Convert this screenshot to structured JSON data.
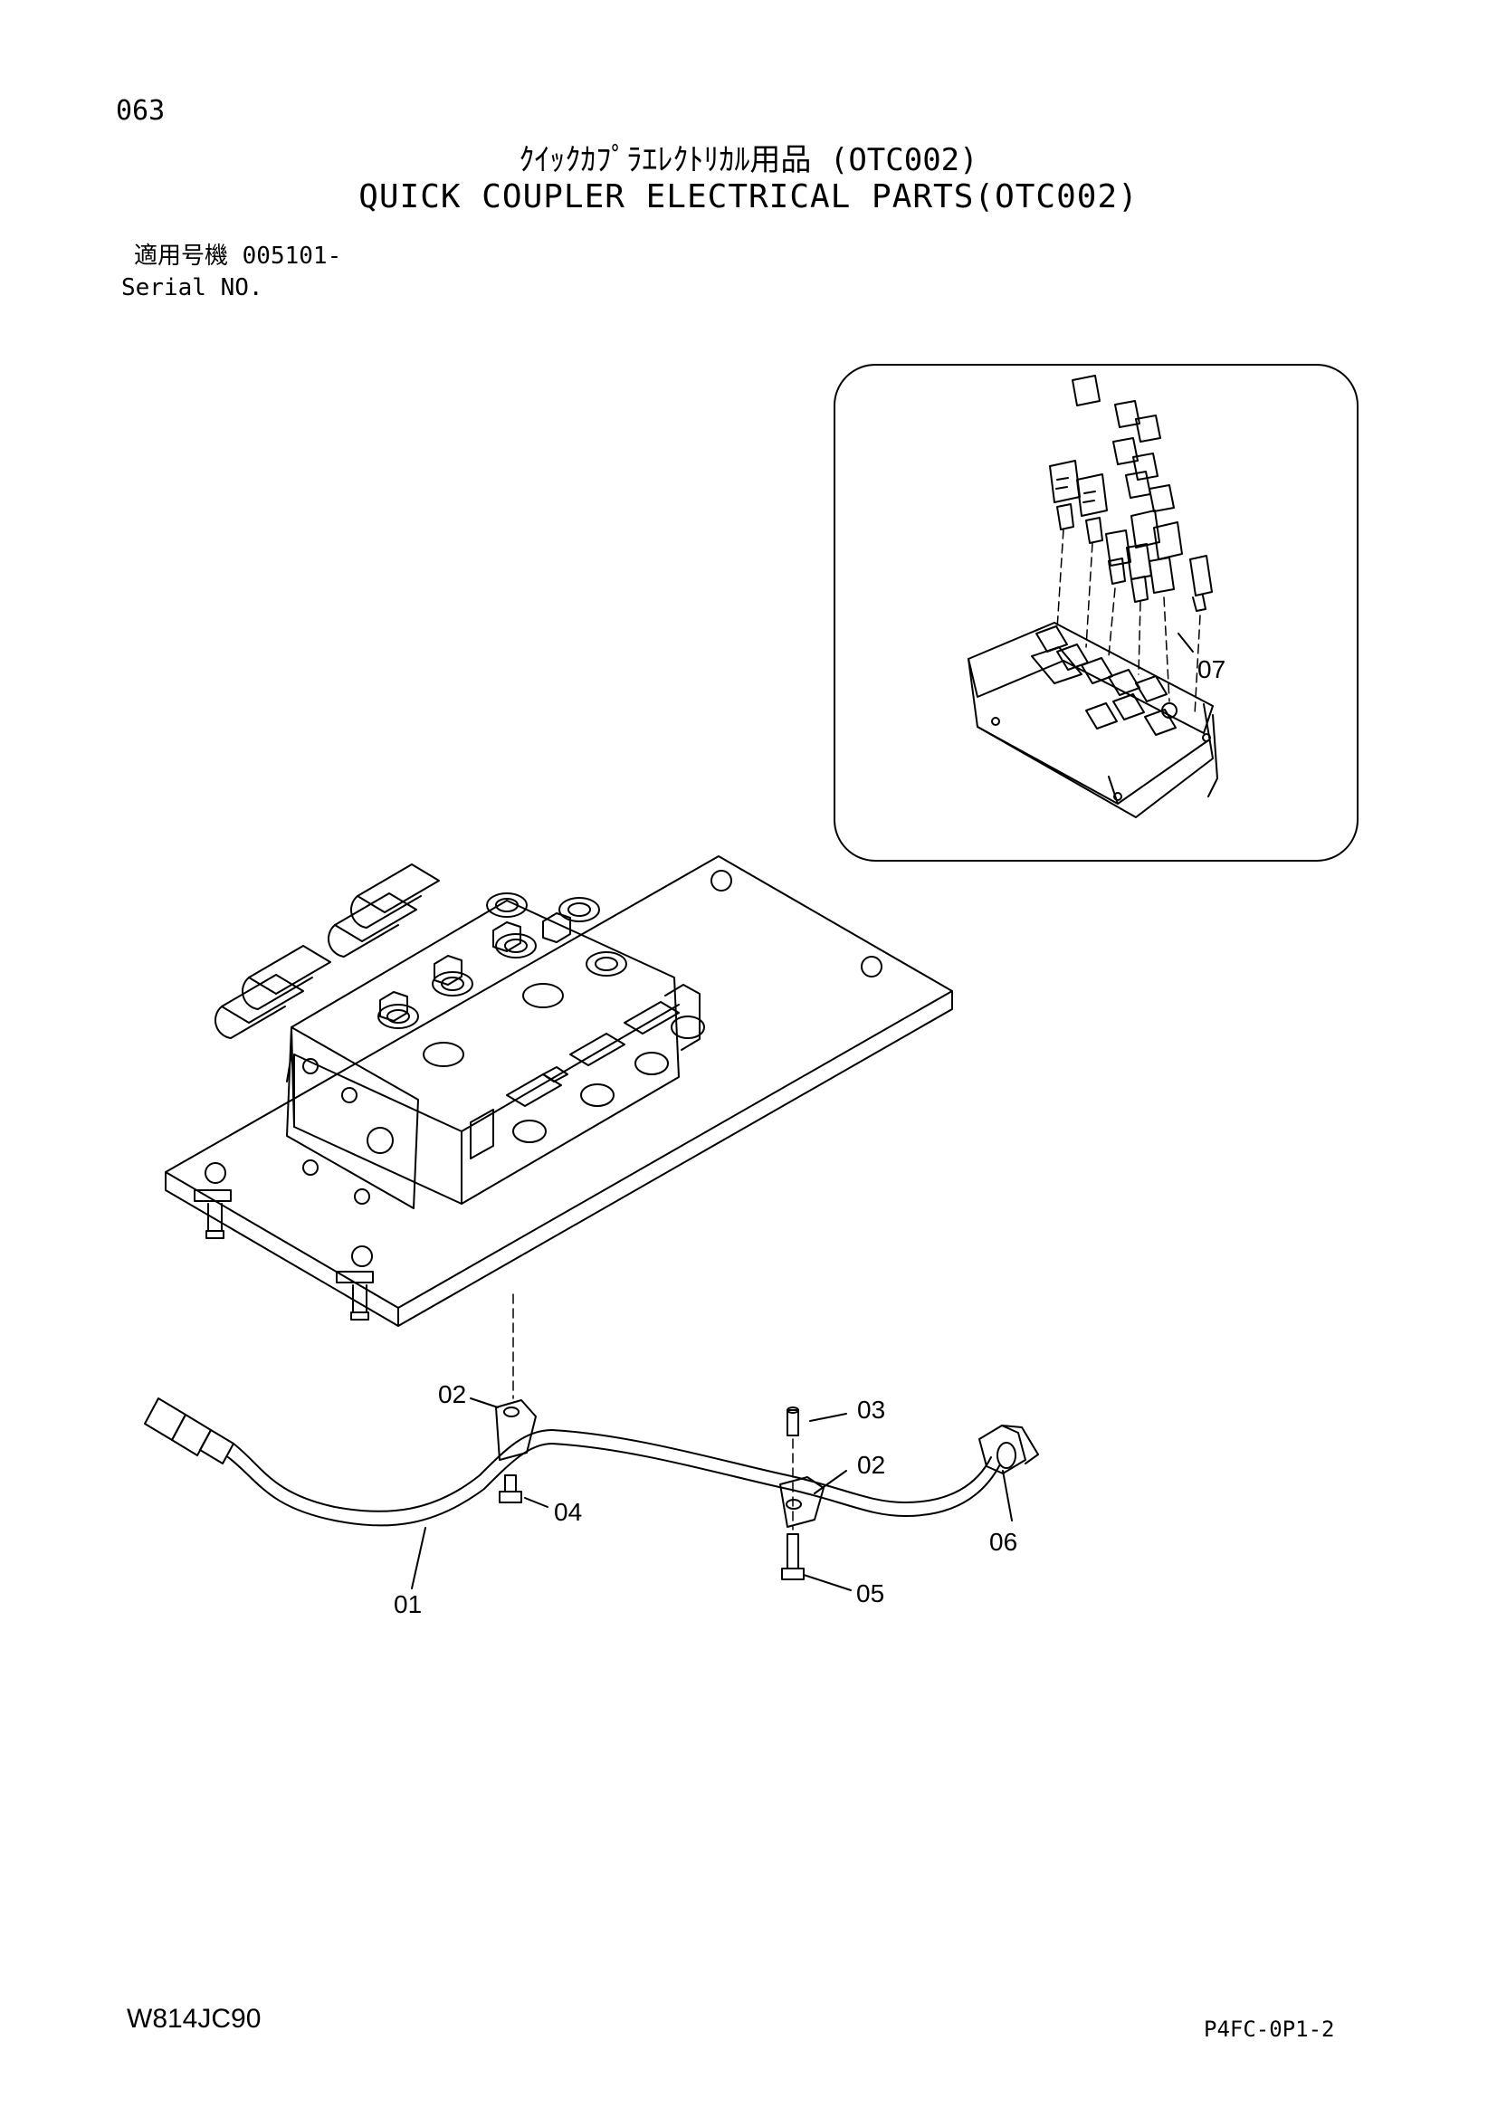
{
  "page": {
    "number": "063",
    "title_jp": "ｸｲｯｸｶﾌﾟﾗｴﾚｸﾄﾘｶﾙ用品 (OTC002)",
    "title_en": "QUICK COUPLER ELECTRICAL PARTS(OTC002)",
    "serial_jp": "適用号機 005101-",
    "serial_en": "Serial NO.",
    "footer_left": "W814JC90",
    "footer_right": "P4FC-0P1-2"
  },
  "callouts": {
    "c01": "01",
    "c02a": "02",
    "c02b": "02",
    "c03": "03",
    "c04": "04",
    "c05": "05",
    "c06": "06",
    "c07": "07"
  }
}
